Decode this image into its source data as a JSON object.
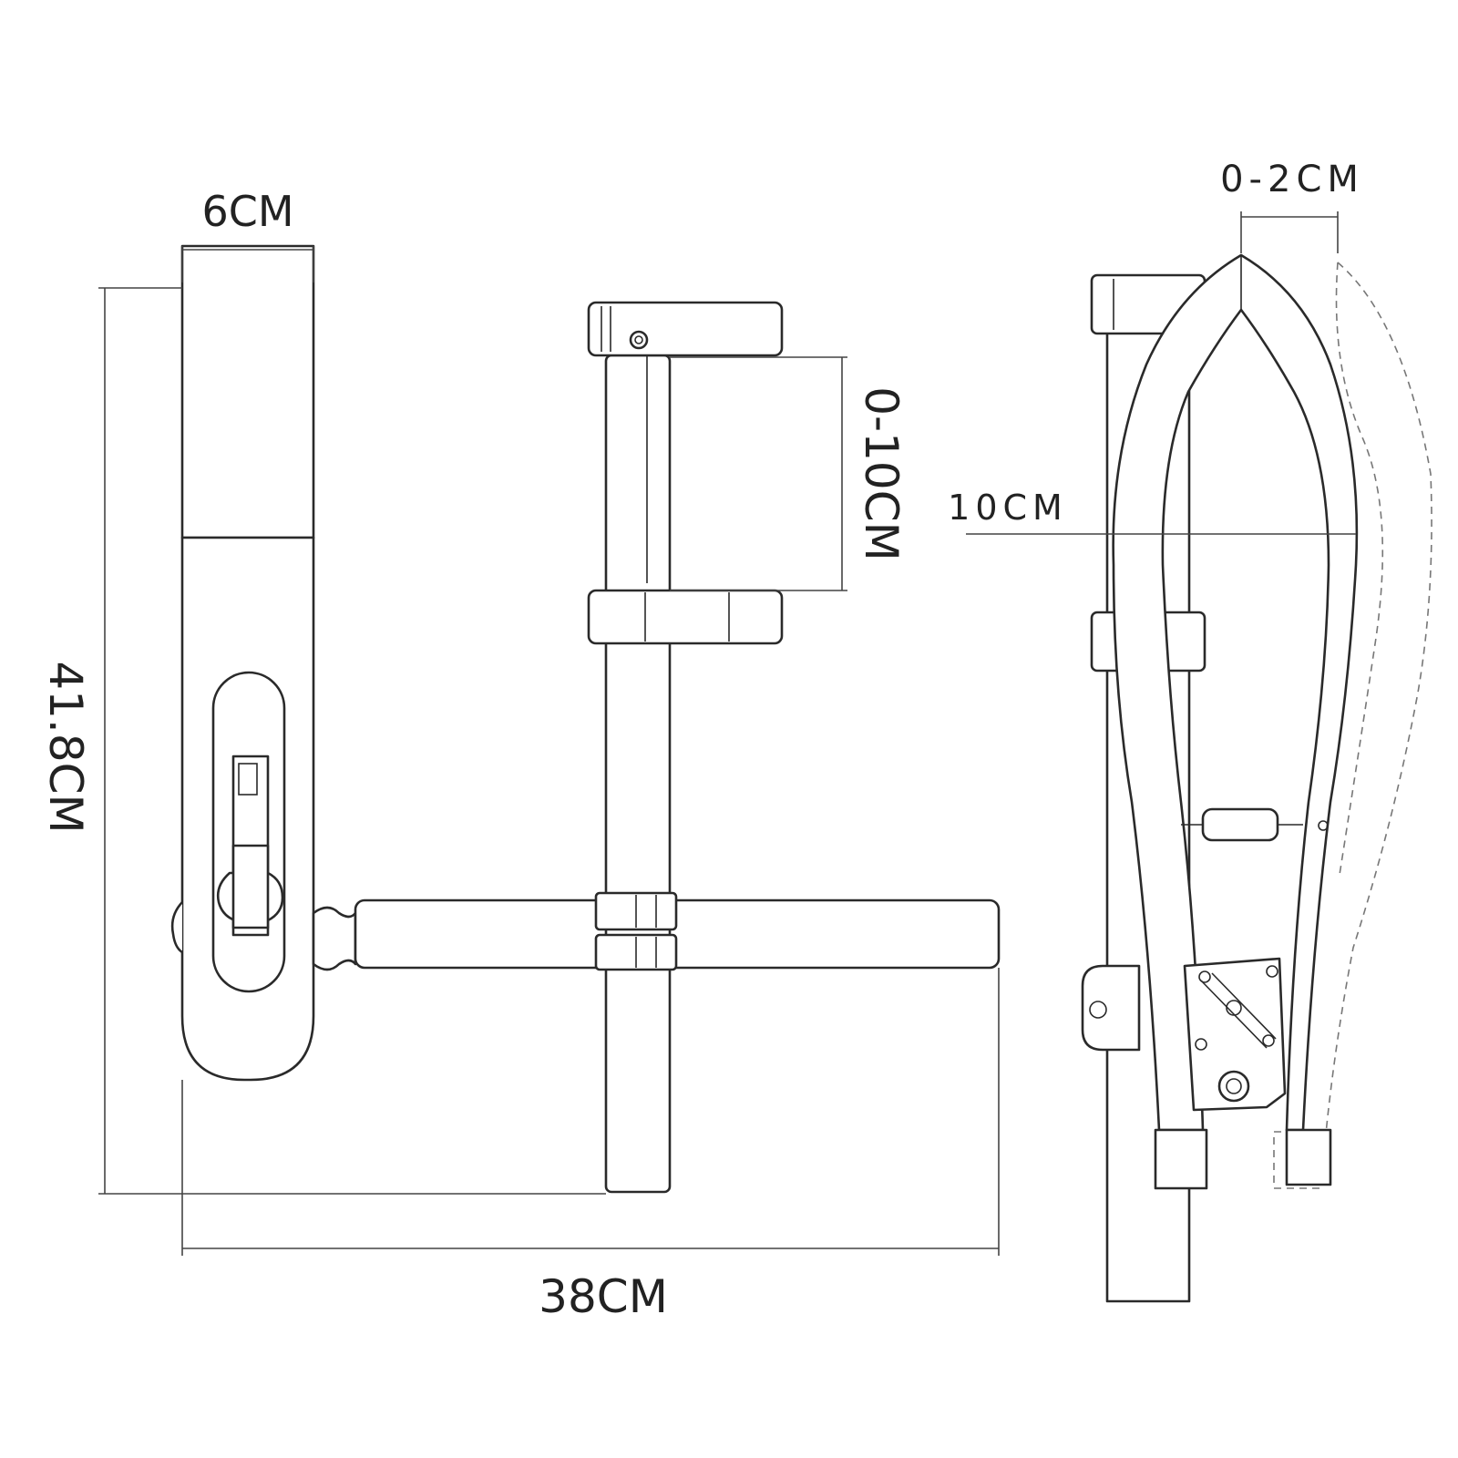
{
  "dimensions": {
    "width_top": "6CM",
    "height_total": "41.8CM",
    "clamp_opening": "0-10CM",
    "width_total": "38CM",
    "side_offset": "0-2CM",
    "side_width": "10CM"
  },
  "icons": {
    "front_view": "lock-front-drawing",
    "clamp_view": "clamp-bar-drawing",
    "side_view": "lock-side-drawing"
  }
}
